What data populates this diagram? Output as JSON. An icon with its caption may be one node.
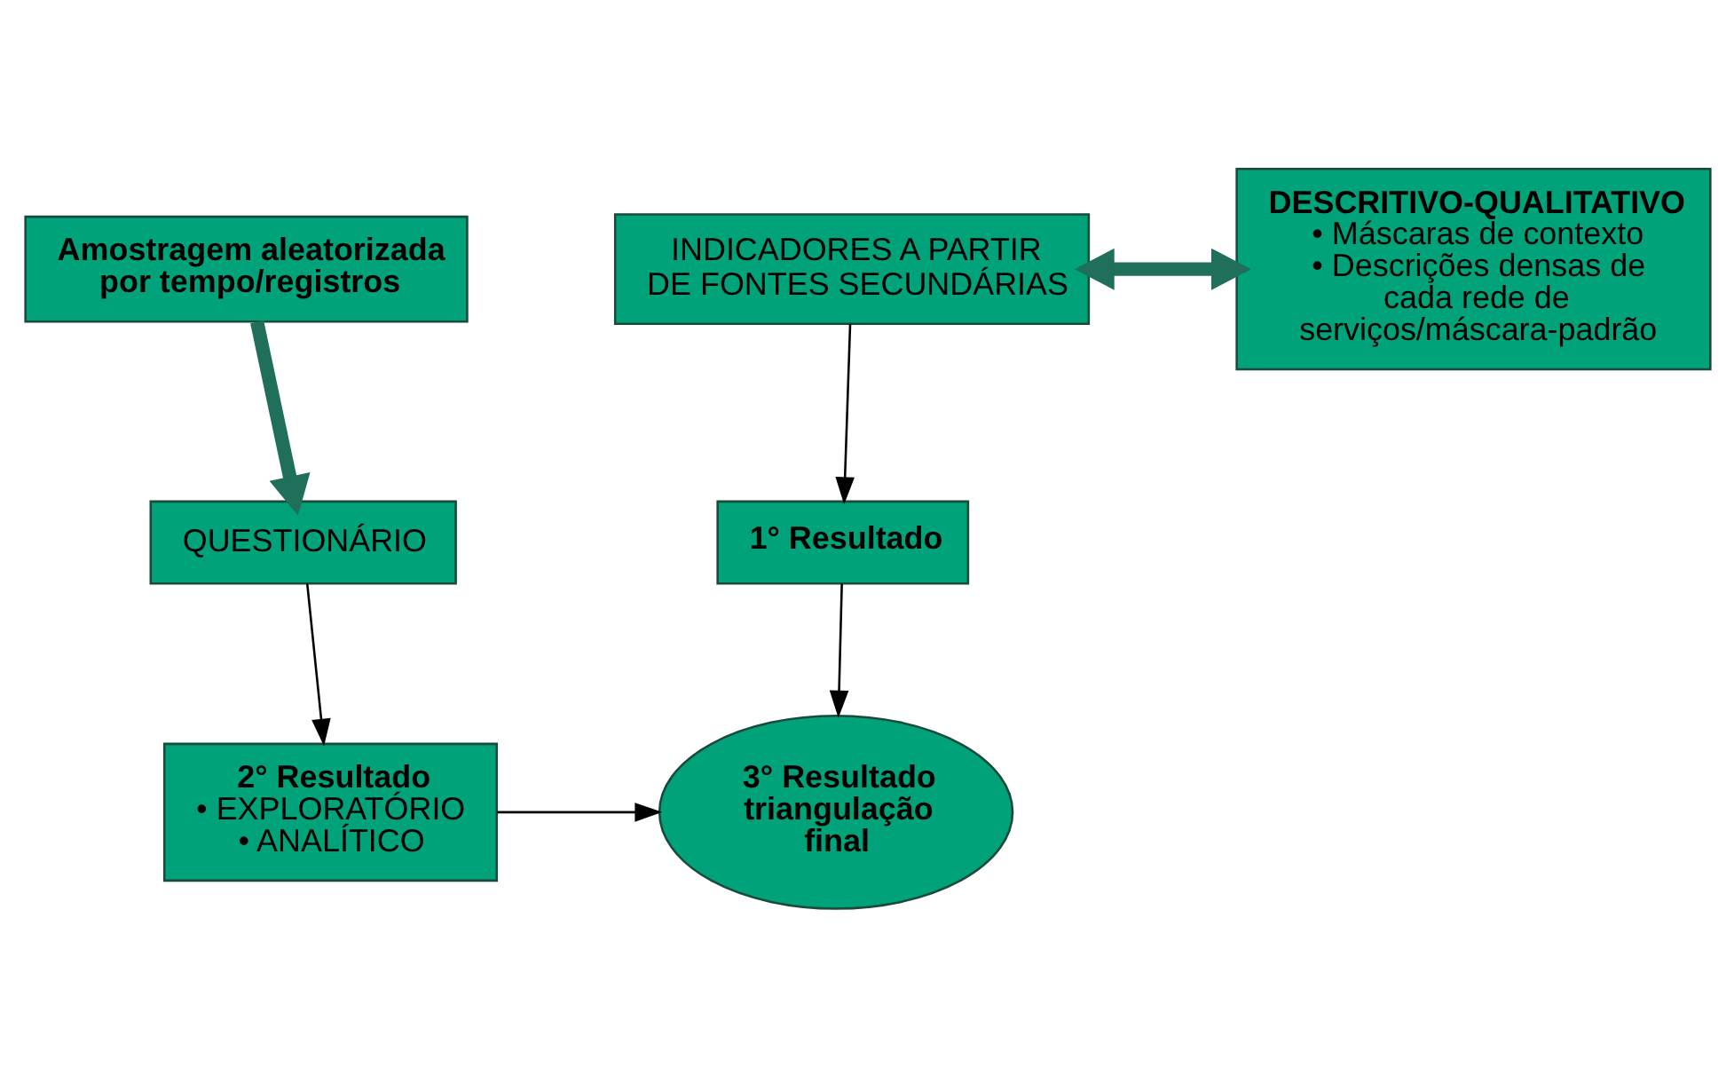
{
  "diagram": {
    "nodes": [
      {
        "text": [
          "INDICADORES A PARTIR DE FONTES SECUNDÁRIAS"
        ]
      },
      {
        "text": [
          "DESCRITIVO-QUALITATIVO",
          "• Máscaras de contexto",
          "• Descrições densas de cada rede de serviços/máscara-padrão"
        ]
      },
      {
        "text": [
          "Amostragem aleatorizada por tempo/registros"
        ]
      },
      {
        "text": [
          "QUESTIONÁRIO"
        ]
      },
      {
        "text": [
          "1° Resultado"
        ]
      },
      {
        "text": [
          "2° Resultado",
          "• EXPLORATÓRIO",
          "• ANALÍTICO"
        ]
      },
      {
        "text": [
          "3° Resultado triangulação final"
        ]
      }
    ],
    "edges": [
      {
        "from": 0,
        "to": 1,
        "arrow": "both",
        "style": "thick",
        "color": "#1f6f5a"
      },
      {
        "from": 2,
        "to": 3,
        "arrow": "to",
        "style": "thick",
        "color": "#1f6f5a"
      },
      {
        "from": 0,
        "to": 4,
        "arrow": "to"
      },
      {
        "from": 3,
        "to": 5,
        "arrow": "to"
      },
      {
        "from": 4,
        "to": 6,
        "arrow": "to"
      },
      {
        "from": 5,
        "to": 6,
        "arrow": "to"
      }
    ]
  }
}
